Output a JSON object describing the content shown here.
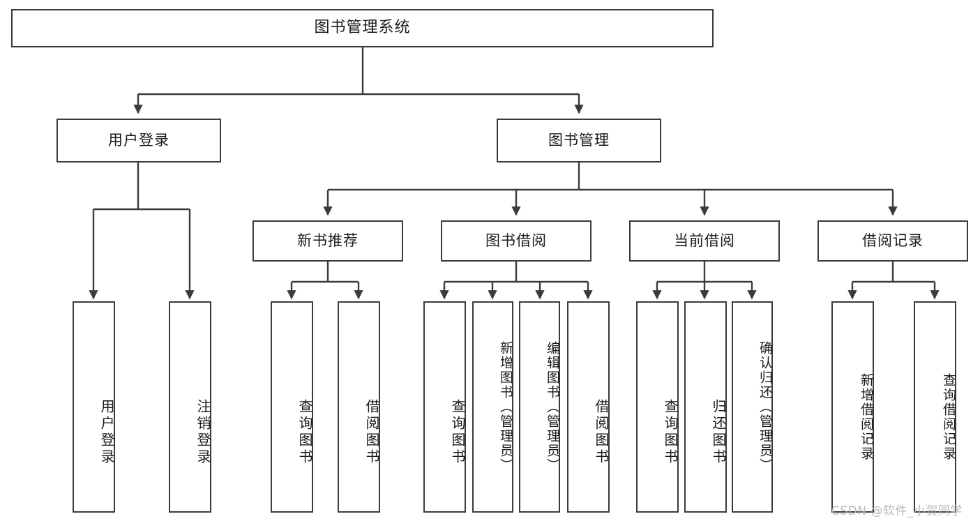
{
  "diagram": {
    "title": "图书管理系统",
    "type": "hierarchy-tree",
    "root": {
      "label": "图书管理系统"
    },
    "level2": [
      {
        "label": "用户登录"
      },
      {
        "label": "图书管理"
      }
    ],
    "level3": [
      {
        "label": "新书推荐"
      },
      {
        "label": "图书借阅"
      },
      {
        "label": "当前借阅"
      },
      {
        "label": "借阅记录"
      }
    ],
    "leaves": {
      "user_login": [
        {
          "label": "用户登录"
        },
        {
          "label": "注销登录"
        }
      ],
      "new_book_recommend": [
        {
          "label": "查询图书"
        },
        {
          "label": "借阅图书"
        }
      ],
      "book_borrow": [
        {
          "label": "查询图书"
        },
        {
          "label": "新增图书（管理员）"
        },
        {
          "label": "编辑图书（管理员）"
        },
        {
          "label": "借阅图书"
        }
      ],
      "current_borrow": [
        {
          "label": "查询图书"
        },
        {
          "label": "归还图书"
        },
        {
          "label": "确认归还（管理员）"
        }
      ],
      "borrow_records": [
        {
          "label": "新增借阅记录"
        },
        {
          "label": "查询借阅记录"
        }
      ]
    }
  },
  "watermark": {
    "text": "CSDN @软件_小贺同学"
  },
  "colors": {
    "stroke": "#3b3b3b",
    "background": "#ffffff",
    "text": "#1a1a1a",
    "watermark": "#b9b9b9"
  }
}
